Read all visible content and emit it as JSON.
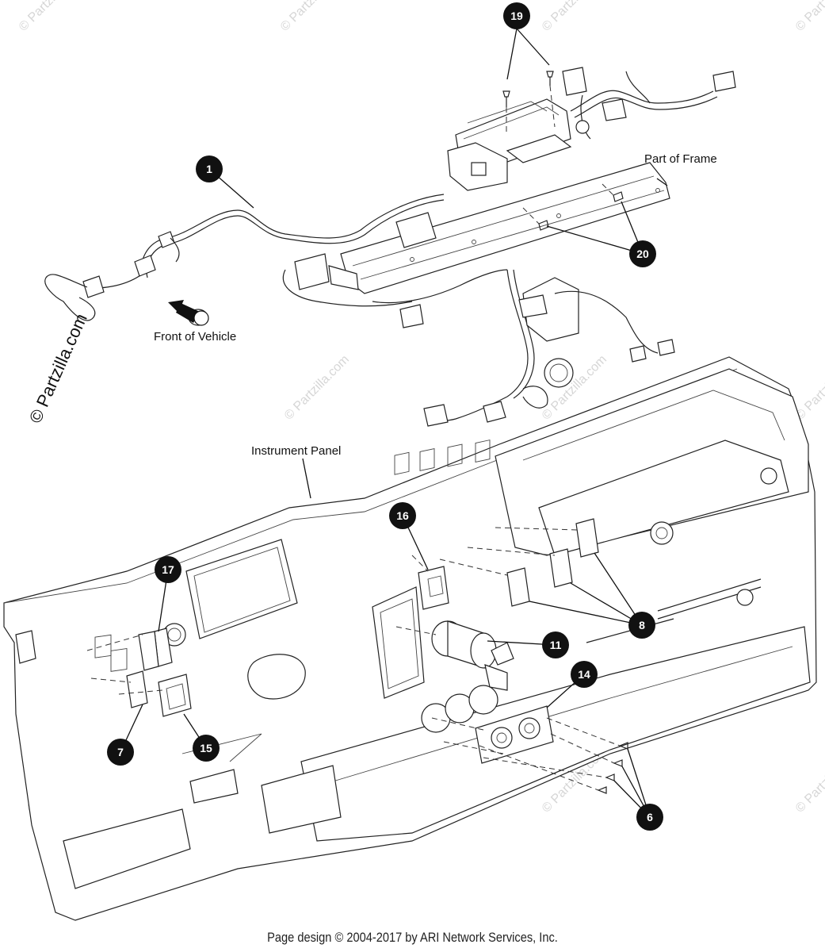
{
  "labels": {
    "part_of_frame": "Part of Frame",
    "front_of_vehicle": "Front of Vehicle",
    "instrument_panel": "Instrument Panel"
  },
  "callouts": [
    "19",
    "1",
    "20",
    "16",
    "17",
    "8",
    "11",
    "14",
    "7",
    "15",
    "6"
  ],
  "watermark": "© Partzilla.com",
  "side_copyright": "© Partzilla.com",
  "footer": "Page design © 2004-2017 by ARI Network Services, Inc."
}
